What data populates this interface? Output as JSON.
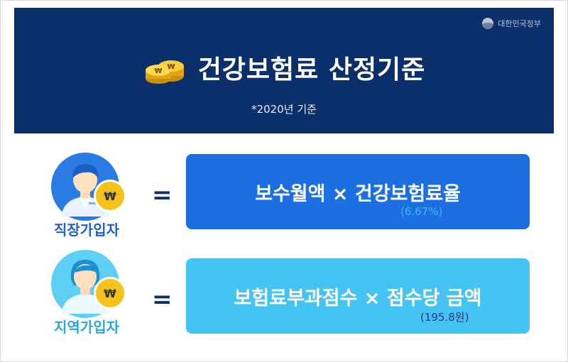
{
  "header": {
    "gov_logo_text": "대한민국정부",
    "title": "건강보험료 산정기준",
    "subtitle": "*2020년 기준",
    "coin_symbol": "₩"
  },
  "rows": [
    {
      "role": "직장가입자",
      "badge_symbol": "₩",
      "equals": "=",
      "formula": "보수월액 × 건강보험료율",
      "note": "(6.67%)",
      "box_color": "#1c6fe0"
    },
    {
      "role": "지역가입자",
      "badge_symbol": "₩",
      "equals": "=",
      "formula": "보험료부과점수 × 점수당 금액",
      "note": "(195.8원)",
      "box_color": "#45c4f3"
    }
  ],
  "colors": {
    "header_bg": "#0b2f6b",
    "employee_accent": "#1f5fd6",
    "regional_accent": "#27a6e8",
    "coin": "#f5c21b"
  }
}
